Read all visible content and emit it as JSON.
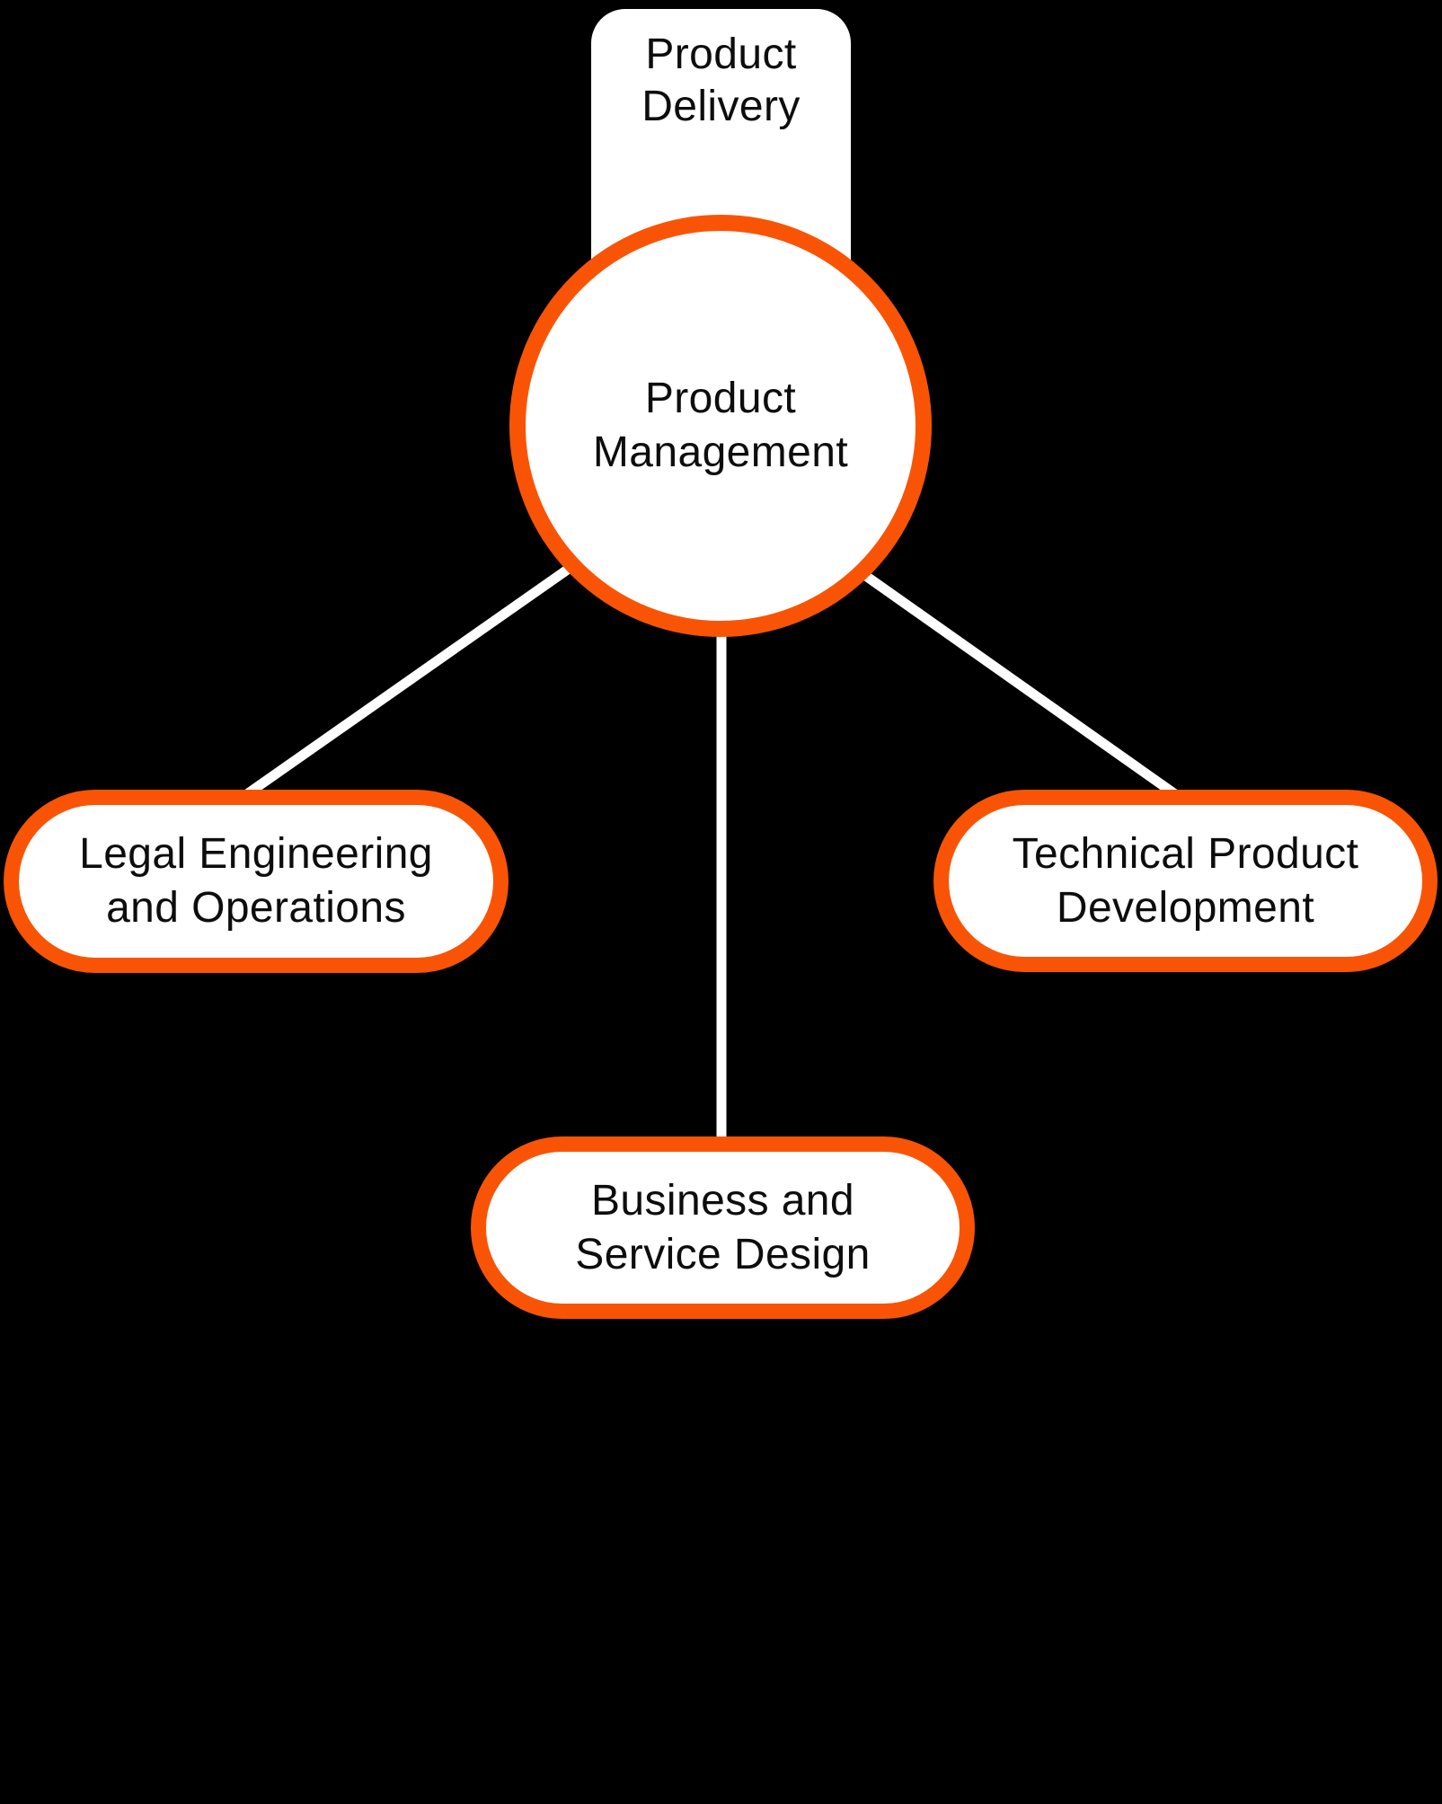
{
  "diagram": {
    "colors": {
      "background": "#000000",
      "accent_orange": "#F95405",
      "node_fill": "#FFFFFF",
      "connector": "#FFFFFF",
      "text": "#0D0D0D"
    },
    "nodes": {
      "top": {
        "id": "product-delivery",
        "lines": [
          "Product",
          "Delivery"
        ]
      },
      "center": {
        "id": "product-management",
        "lines": [
          "Product",
          "Management"
        ]
      },
      "left": {
        "id": "legal-engineering-and-operations",
        "lines": [
          "Legal Engineering",
          "and Operations"
        ]
      },
      "right": {
        "id": "technical-product-development",
        "lines": [
          "Technical Product",
          "Development"
        ]
      },
      "bottom": {
        "id": "business-and-service-design",
        "lines": [
          "Business and",
          "Service Design"
        ]
      }
    },
    "edges": [
      {
        "from": "product-management",
        "to": "legal-engineering-and-operations"
      },
      {
        "from": "product-management",
        "to": "business-and-service-design"
      },
      {
        "from": "product-management",
        "to": "technical-product-development"
      }
    ]
  }
}
